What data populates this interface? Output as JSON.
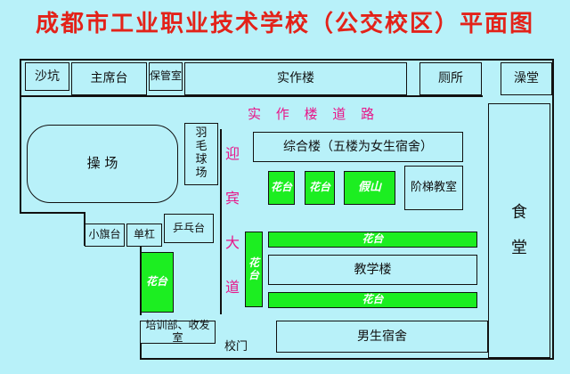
{
  "title": "成都市工业职业技术学校（公交校区）平面图",
  "buildings": {
    "shakeng": "沙坑",
    "zhuxitai": "主席台",
    "baoguanshi": "保管室",
    "shizuolou": "实作楼",
    "cesuo": "厕所",
    "zaotang": "澡堂",
    "caochang": "操 场",
    "yumaoqiuchang": "羽毛球场",
    "zonghelou": "综合楼（五楼为女生宿舍）",
    "jiatishi": "阶梯教室",
    "shitang": "食堂",
    "xiaoqitai": "小旗台",
    "dangang": "单杠",
    "pingpangtai": "乒乓台",
    "jiaoxuelou": "教学楼",
    "peixunbu": "培训部、收发室",
    "nanshengsushe": "男生宿舍",
    "jiashan": "假山"
  },
  "greenery": {
    "huatai": "花台"
  },
  "roads": {
    "shizuolou_road": "实 作 楼 道 路",
    "yingbin_road": "迎宾大道",
    "xiaomen": "校门"
  },
  "colors": {
    "background": "#b8f1f9",
    "title": "#e32219",
    "road_label": "#e81488",
    "planter": "#1cee21"
  }
}
